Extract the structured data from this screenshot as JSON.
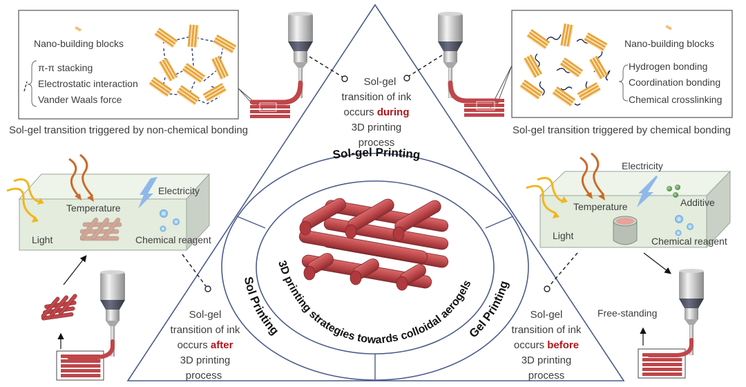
{
  "title": "3D printing strategies towards colloidal aerogels",
  "center": {
    "arc_title": "3D printing strategies towards colloidal aerogels",
    "segments": {
      "top": "Sol-gel Printing",
      "left": "Sol Printing",
      "right": "Gel Printing"
    }
  },
  "colors": {
    "triangle": "#4a5a8c",
    "ink_red": "#c0464a",
    "highlight_red": "#b3141c",
    "nano_block": "#e8a43c",
    "box_face": "#e6efdf",
    "light_arrow": "#f2b51c",
    "temperature_arrow": "#cc6a26",
    "electricity": "#8fb8ea"
  },
  "top_caption": {
    "lines": [
      "Sol-gel",
      "transition of ink",
      "occurs ",
      "during",
      "3D printing",
      "process"
    ]
  },
  "left_caption": {
    "lines": [
      "Sol-gel",
      "transition of ink",
      "occurs ",
      "after",
      "3D printing",
      "process"
    ]
  },
  "right_caption": {
    "lines": [
      "Sol-gel",
      "transition of ink",
      "occurs ",
      "before",
      "3D printing",
      "process"
    ]
  },
  "panel_non_chemical": {
    "legend_block": "Nano-building blocks",
    "interactions": [
      "π-π stacking",
      "Electrostatic interaction",
      "Vander Waals force"
    ],
    "caption": "Sol-gel transition triggered by non-chemical bonding"
  },
  "panel_chemical": {
    "legend_block": "Nano-building blocks",
    "interactions": [
      "Hydrogen bonding",
      "Coordination bonding",
      "Chemical crosslinking"
    ],
    "caption": "Sol-gel transition triggered by chemical bonding"
  },
  "stimuli_left": {
    "labels": {
      "light": "Light",
      "temperature": "Temperature",
      "electricity": "Electricity",
      "chemical": "Chemical reagent"
    }
  },
  "stimuli_right": {
    "labels": {
      "light": "Light",
      "temperature": "Temperature",
      "electricity": "Electricity",
      "additive": "Additive",
      "chemical": "Chemical reagent"
    }
  },
  "free_standing": "Free-standing"
}
